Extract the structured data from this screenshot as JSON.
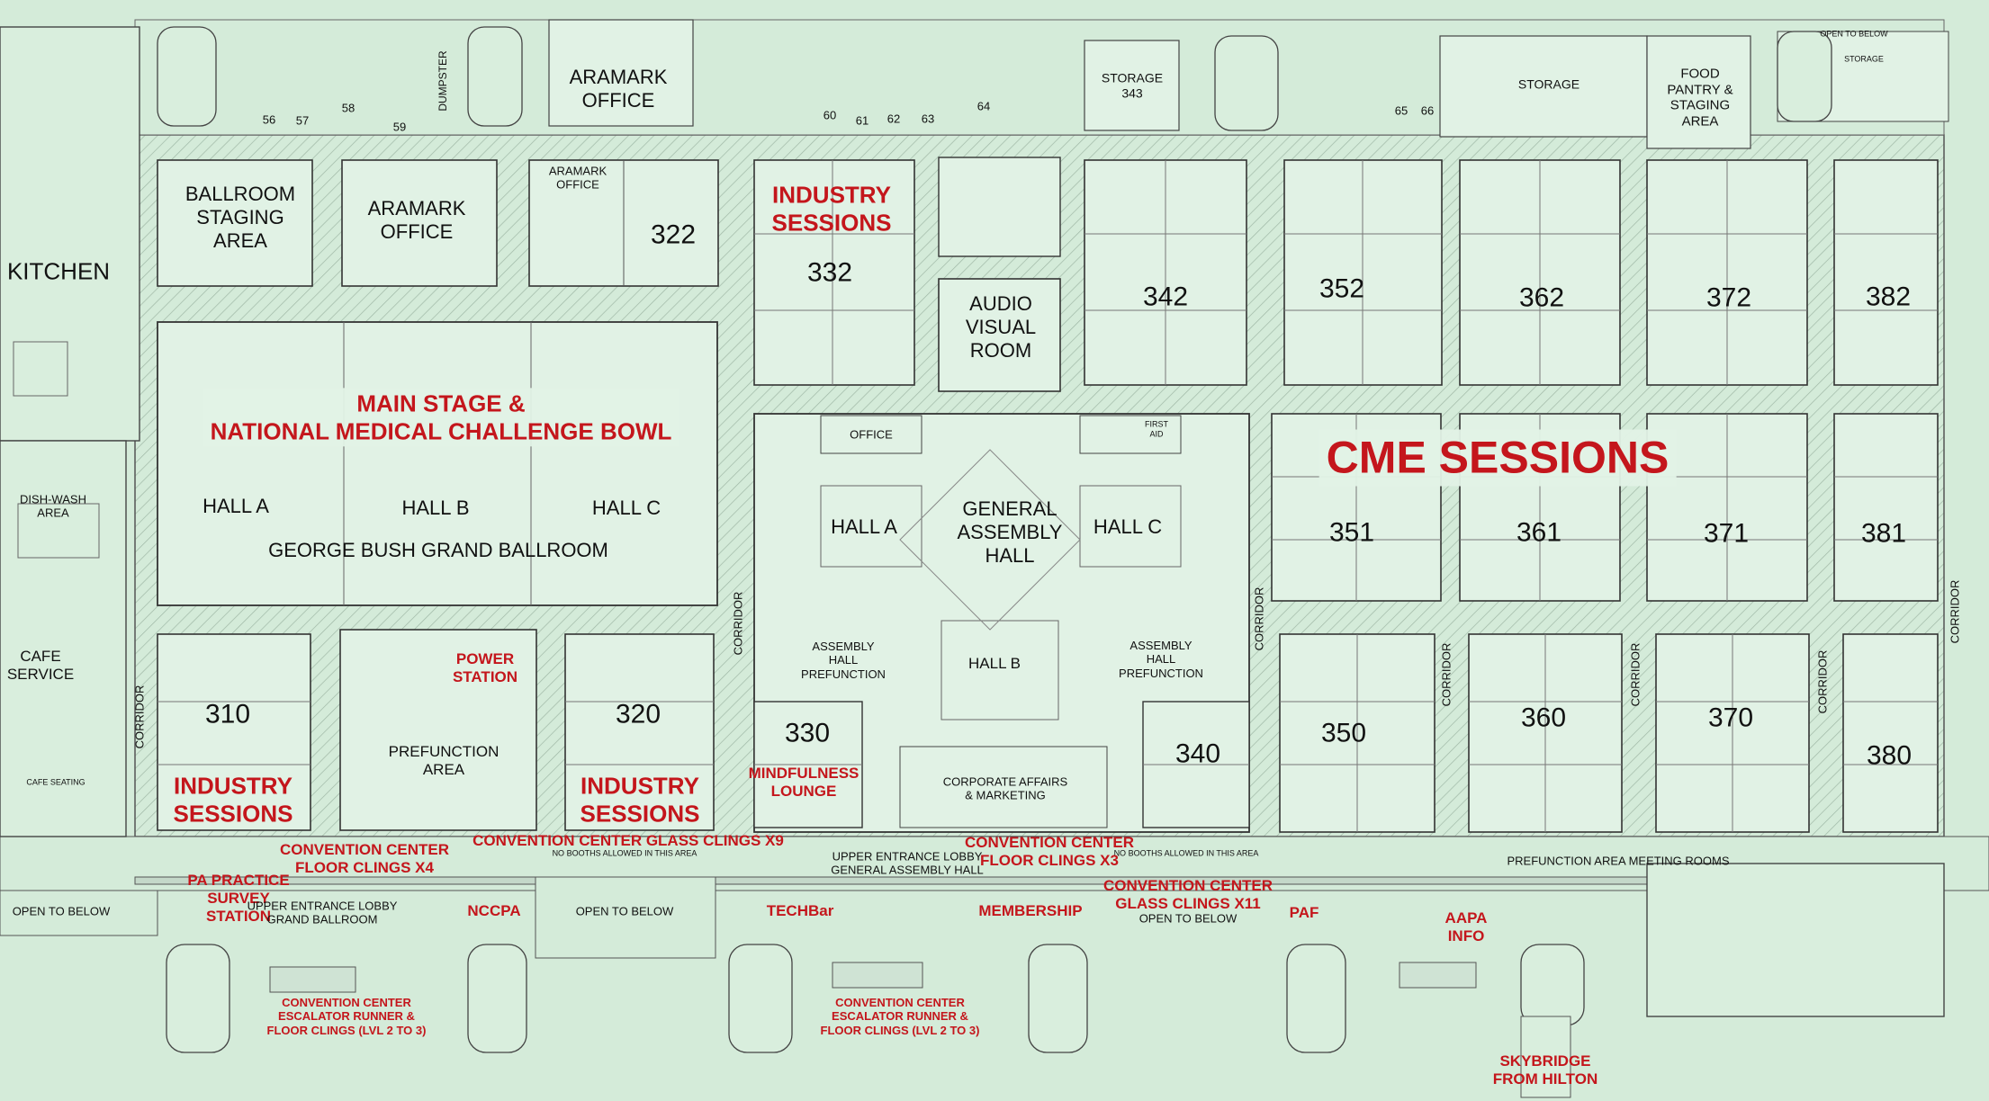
{
  "map": {
    "kitchen": "KITCHEN",
    "dish_wash": "DISH-WASH\nAREA",
    "cafe_service": "CAFE\nSERVICE",
    "cafe_seating": "CAFE SEATING",
    "ballroom_staging": "BALLROOM\nSTAGING\nAREA",
    "aramark_office_1": "ARAMARK\nOFFICE",
    "aramark_office_2": "ARAMARK\nOFFICE",
    "aramark_office_3": "ARAMARK\nOFFICE",
    "dumpster": "DUMPSTER",
    "storage_343": "STORAGE\n343",
    "storage": "STORAGE",
    "food_pantry": "FOOD\nPANTRY &\nSTAGING\nAREA",
    "open_to_below_top": "OPEN TO BELOW",
    "storage_small": "STORAGE",
    "main_stage": "MAIN STAGE &\nNATIONAL MEDICAL CHALLENGE BOWL",
    "hall_a": "HALL A",
    "hall_b": "HALL B",
    "hall_c": "HALL C",
    "grand_ballroom": "GEORGE BUSH  GRAND BALLROOM",
    "industry_sessions": "INDUSTRY\nSESSIONS",
    "power_station": "POWER\nSTATION",
    "prefunction": "PREFUNCTION\nAREA",
    "corridor": "CORRIDOR",
    "audio_visual": "AUDIO\nVISUAL\nROOM",
    "office": "OFFICE",
    "first_aid": "FIRST\nAID",
    "gah_hall_a": "HALL A",
    "gah_hall_c": "HALL C",
    "gah_hall_b": "HALL B",
    "general_assembly": "GENERAL\nASSEMBLY\nHALL",
    "assembly_prefunction": "ASSEMBLY\nHALL\nPREFUNCTION",
    "mindfulness": "MINDFULNESS\nLOUNGE",
    "corporate_affairs": "CORPORATE AFFAIRS\n& MARKETING",
    "cme_sessions": "CME SESSIONS",
    "glass_clings_x9": "CONVENTION CENTER GLASS CLINGS X9",
    "no_booths": "NO BOOTHS ALLOWED IN THIS AREA",
    "floor_clings_x4": "CONVENTION CENTER\nFLOOR CLINGS X4",
    "floor_clings_x3": "CONVENTION CENTER\nFLOOR CLINGS X3",
    "glass_clings_x11": "CONVENTION CENTER\nGLASS CLINGS X11",
    "pa_practice": "PA PRACTICE\nSURVEY\nSTATION",
    "upper_lobby_ballroom": "UPPER ENTRANCE LOBBY\nGRAND BALLROOM",
    "upper_lobby_gah": "UPPER ENTRANCE LOBBY\nGENERAL ASSEMBLY HALL",
    "open_to_below": "OPEN TO BELOW",
    "nccpa": "NCCPA",
    "techbar": "TECHBar",
    "membership": "MEMBERSHIP",
    "paf": "PAF",
    "aapa_info": "AAPA\nINFO",
    "prefunction_meeting": "PREFUNCTION AREA MEETING ROOMS",
    "escalator_runner": "CONVENTION CENTER\nESCALATOR RUNNER &\nFLOOR CLINGS (LVL 2 TO 3)",
    "skybridge": "SKYBRIDGE\nFROM HILTON"
  },
  "rooms": {
    "r322": "322",
    "r332": "332",
    "r342": "342",
    "r352": "352",
    "r362": "362",
    "r372": "372",
    "r382": "382",
    "r351": "351",
    "r361": "361",
    "r371": "371",
    "r381": "381",
    "r310": "310",
    "r320": "320",
    "r330": "330",
    "r340": "340",
    "r350": "350",
    "r360": "360",
    "r370": "370",
    "r380": "380"
  },
  "loading_dock_numbers": [
    "56",
    "57",
    "58",
    "59",
    "60",
    "61",
    "62",
    "63",
    "64",
    "65",
    "66"
  ],
  "colors": {
    "background": "#d4ebd9",
    "room_fill": "#e1f2e5",
    "line": "#3c3c3c",
    "accent_red": "#c4161c"
  }
}
